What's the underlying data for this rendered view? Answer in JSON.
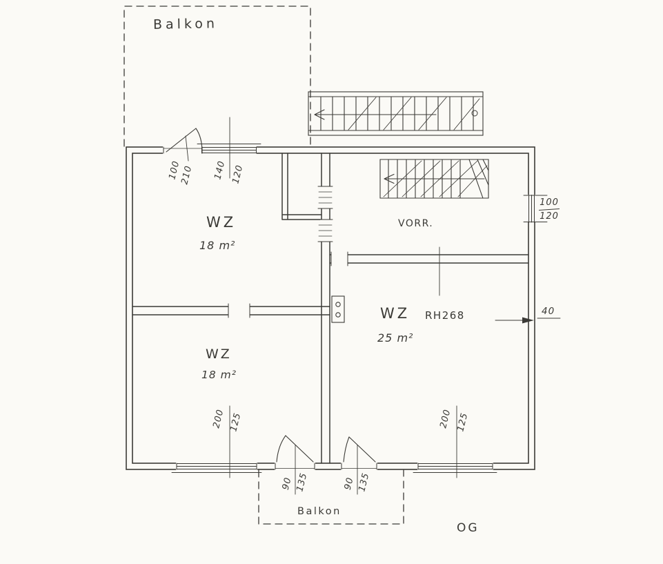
{
  "colors": {
    "ink": "#3b3a36",
    "paper": "#fbfaf6"
  },
  "floor_label": "OG",
  "balconies": {
    "top": "Balkon",
    "bottom": "Balkon"
  },
  "rooms": {
    "wz_top_left": {
      "name": "WZ",
      "area": "18 m²"
    },
    "wz_bottom_left": {
      "name": "WZ",
      "area": "18 m²"
    },
    "wz_right": {
      "name": "WZ",
      "ref": "RH268",
      "area": "25 m²"
    },
    "vorraum": {
      "name": "VORR."
    }
  },
  "dimensions": {
    "top_door": {
      "w": "100",
      "h": "210"
    },
    "top_window": {
      "w": "140",
      "h": "120"
    },
    "right_window": {
      "w": "100",
      "h": "120"
    },
    "wall_offset": "40",
    "bottom_left_window": {
      "w": "200",
      "h": "125"
    },
    "bottom_right_window": {
      "w": "200",
      "h": "125"
    },
    "balcony_door_left": {
      "w": "90",
      "h": "135"
    },
    "balcony_door_right": {
      "w": "90",
      "h": "135"
    }
  }
}
